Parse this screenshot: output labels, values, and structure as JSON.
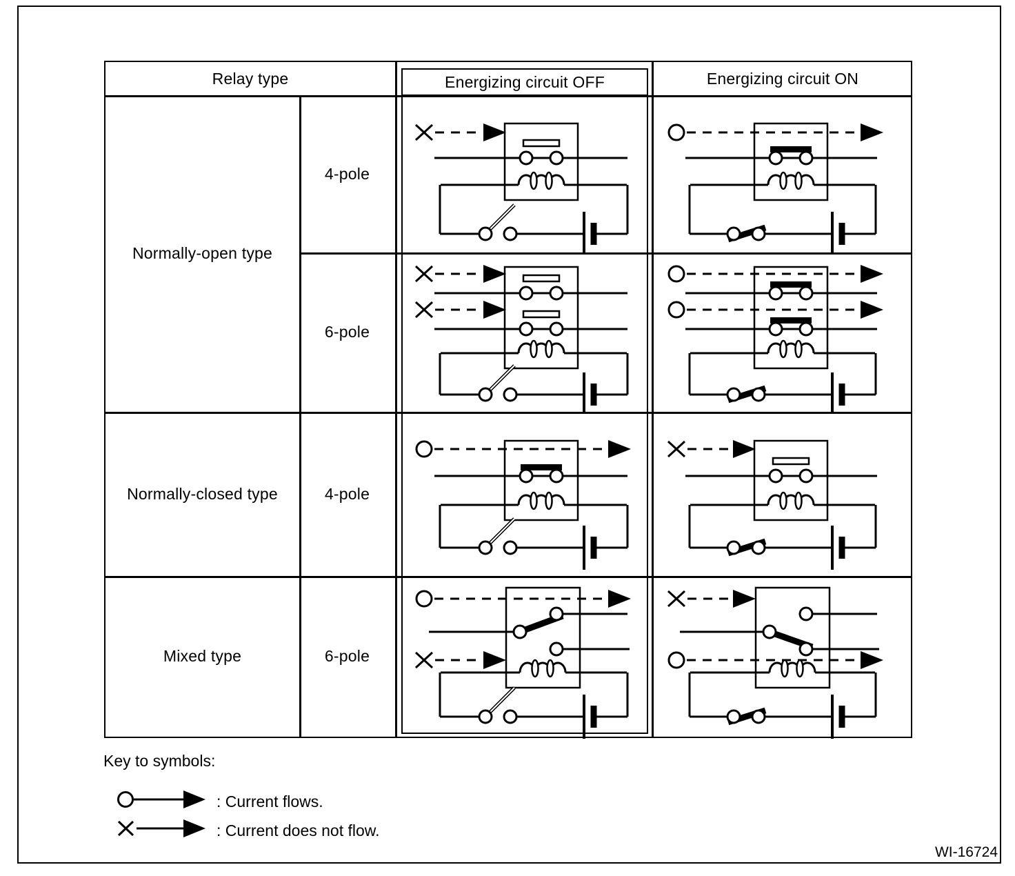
{
  "figure": {
    "code": "WI-16724"
  },
  "table": {
    "header": {
      "relay_type": "Relay type",
      "circuit_off": "Energizing circuit OFF",
      "circuit_on": "Energizing circuit ON"
    },
    "rows": [
      {
        "relay_type": "Normally-open type",
        "pole": "4-pole",
        "off": {
          "diagram": "normally-open-4pole",
          "energized": false,
          "contact": "open",
          "current": [
            "does-not-flow"
          ],
          "switch": "open"
        },
        "on": {
          "diagram": "normally-open-4pole",
          "energized": true,
          "contact": "closed",
          "current": [
            "flows"
          ],
          "switch": "closed"
        }
      },
      {
        "pole": "6-pole",
        "off": {
          "diagram": "normally-open-6pole",
          "energized": false,
          "contact": "open",
          "current": [
            "does-not-flow",
            "does-not-flow"
          ],
          "switch": "open"
        },
        "on": {
          "diagram": "normally-open-6pole",
          "energized": true,
          "contact": "closed",
          "current": [
            "flows",
            "flows"
          ],
          "switch": "closed"
        }
      },
      {
        "relay_type": "Normally-closed type",
        "pole": "4-pole",
        "off": {
          "diagram": "normally-closed-4pole",
          "energized": false,
          "contact": "closed",
          "current": [
            "flows"
          ],
          "switch": "open"
        },
        "on": {
          "diagram": "normally-closed-4pole",
          "energized": true,
          "contact": "open",
          "current": [
            "does-not-flow"
          ],
          "switch": "closed"
        }
      },
      {
        "relay_type": "Mixed type",
        "pole": "6-pole",
        "off": {
          "diagram": "mixed-6pole",
          "energized": false,
          "armature": "up",
          "current": [
            "flows",
            "does-not-flow"
          ],
          "switch": "open"
        },
        "on": {
          "diagram": "mixed-6pole",
          "energized": true,
          "armature": "down",
          "current": [
            "does-not-flow",
            "flows"
          ],
          "switch": "closed"
        }
      }
    ]
  },
  "key": {
    "title": "Key to symbols:",
    "items": [
      {
        "symbol": "circle-arrow",
        "label": ": Current flows."
      },
      {
        "symbol": "x-arrow",
        "label": ": Current does not flow."
      }
    ]
  }
}
